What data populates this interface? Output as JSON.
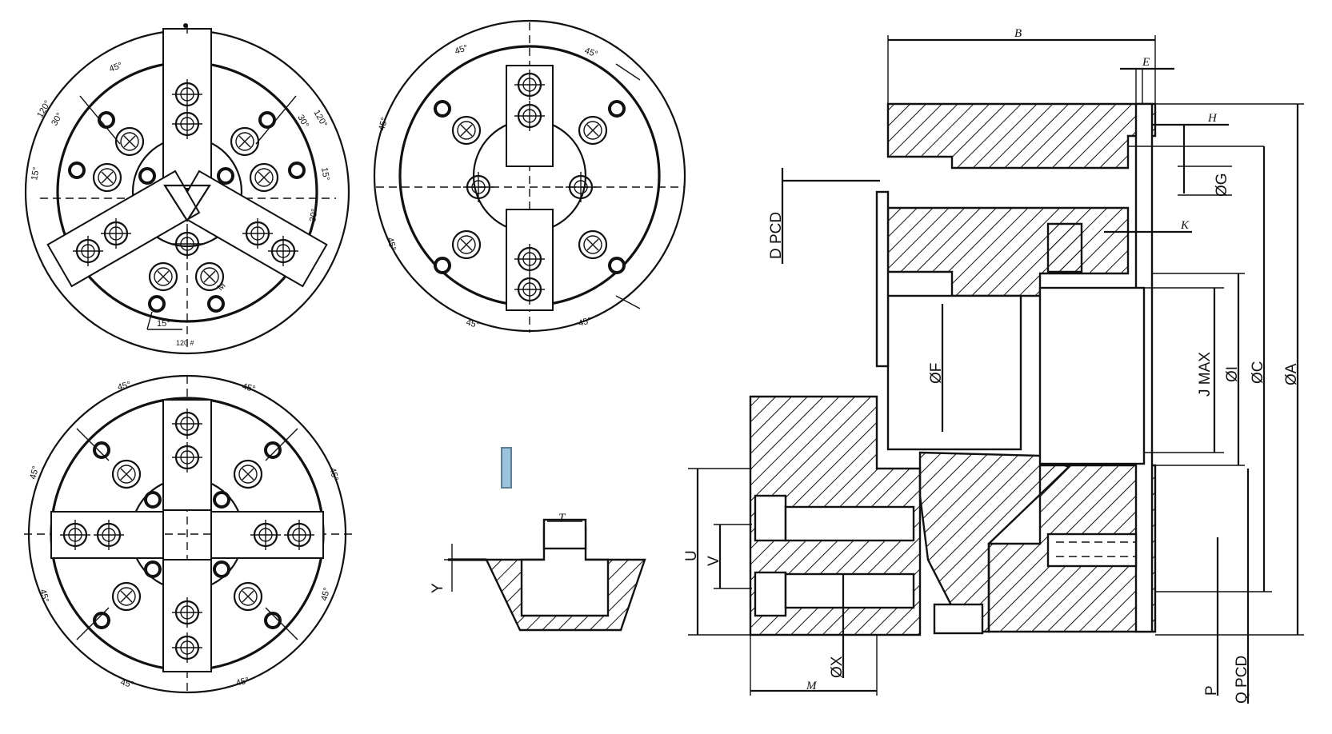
{
  "views": {
    "three_jaw": {
      "angles": [
        "45°",
        "120°",
        "30°",
        "15°",
        "120°",
        "30°",
        "15°",
        "30°",
        "15°",
        "120 #"
      ],
      "bolt_label": "M"
    },
    "two_jaw": {
      "angles": [
        "45°",
        "45°",
        "45°",
        "45°",
        "45°",
        "45°"
      ]
    },
    "four_jaw": {
      "angles": [
        "45°",
        "45°",
        "45°",
        "45°",
        "45°",
        "45°",
        "45°",
        "45°"
      ]
    },
    "t_slot": {
      "labels": {
        "t": "T",
        "y": "Y"
      }
    },
    "section": {
      "labels": {
        "B": "B",
        "E": "E",
        "H": "H",
        "OG": "ØG",
        "K": "K",
        "DPCD": "D PCD",
        "OF": "ØF",
        "JMAX": "J MAX",
        "OI": "ØI",
        "OC": "ØC",
        "OA": "ØA",
        "U": "U",
        "V": "V",
        "OX": "ØX",
        "M": "M",
        "P": "P",
        "QPCD": "Q PCD"
      }
    }
  },
  "colors": {
    "line": "#111111",
    "marker": "#9cc3dc",
    "marker_border": "#5c7f96"
  }
}
